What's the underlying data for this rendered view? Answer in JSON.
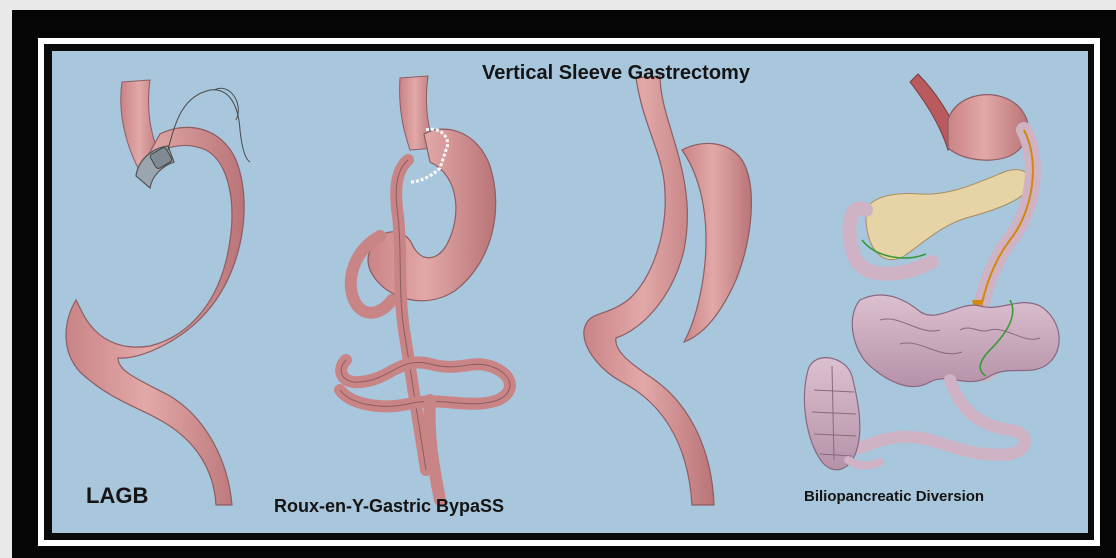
{
  "labels": {
    "vsg": "Vertical Sleeve Gastrectomy",
    "lagb": "LAGB",
    "rygb": "Roux-en-Y-Gastric BypaSS",
    "bpd": "Biliopancreatic Diversion"
  },
  "colors": {
    "background": "#a8c6dc",
    "stomach": "#d99a9c",
    "stomach_outline": "#8d5d62",
    "intestine": "#d6b2c4",
    "pancreas": "#e6d3a6",
    "frame": "#050505"
  }
}
